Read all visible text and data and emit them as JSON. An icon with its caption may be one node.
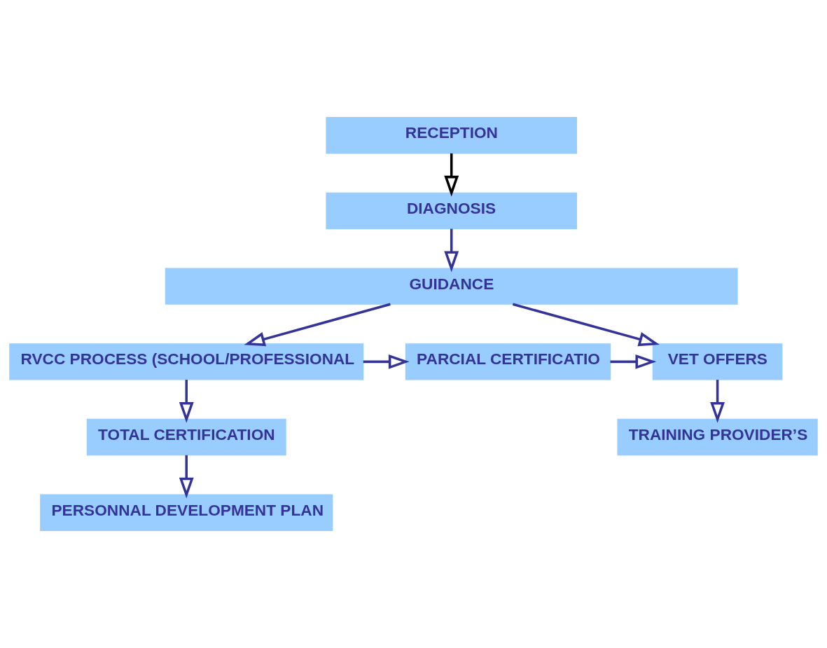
{
  "diagram": {
    "nodes": [
      {
        "text": [
          "RECEPTION"
        ]
      },
      {
        "text": [
          "DIAGNOSIS"
        ]
      },
      {
        "text": [
          "GUIDANCE"
        ]
      },
      {
        "text": [
          "VET OFFERS"
        ]
      },
      {
        "text": [
          "PARCIAL CERTIFICATIO"
        ]
      },
      {
        "text": [
          "RVCC PROCESS (SCHOOL/PROFESSIONAL"
        ]
      },
      {
        "text": [
          "TRAINING PROVIDER’S"
        ]
      },
      {
        "text": [
          "TOTAL CERTIFICATION"
        ]
      },
      {
        "text": [
          "PERSONNAL DEVELOPMENT PLAN"
        ]
      }
    ],
    "edges": [
      {
        "from": 0,
        "to": 1,
        "arrow": "to",
        "color": "#000000"
      },
      {
        "from": 1,
        "to": 2,
        "arrow": "to"
      },
      {
        "from": 2,
        "to": 3,
        "arrow": "to"
      },
      {
        "from": 2,
        "to": 5,
        "arrow": "to"
      },
      {
        "from": 4,
        "to": 3,
        "arrow": "to"
      },
      {
        "from": 5,
        "to": 4,
        "arrow": "to"
      },
      {
        "from": 3,
        "to": 6,
        "arrow": "to"
      },
      {
        "from": 5,
        "to": 7,
        "arrow": "to"
      },
      {
        "from": 7,
        "to": 8,
        "arrow": "to"
      }
    ]
  }
}
